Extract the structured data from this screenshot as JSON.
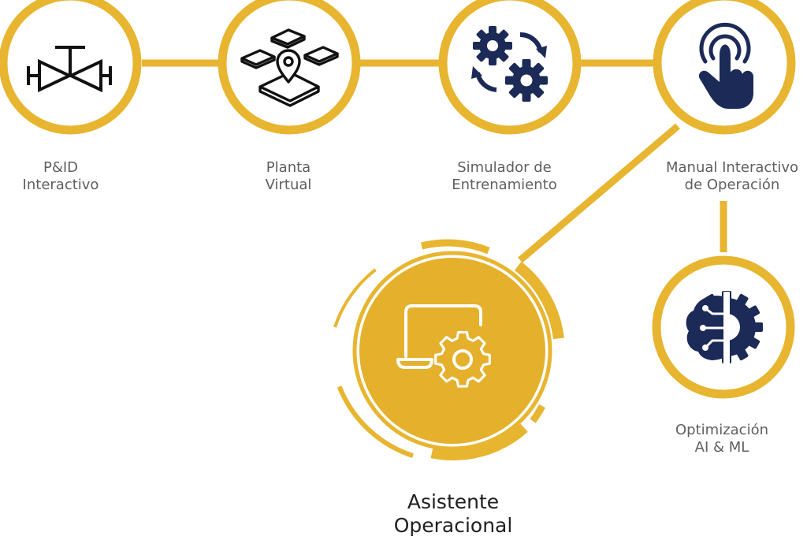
{
  "colors": {
    "accent": "#e8b530",
    "accent_dark": "#e0ad24",
    "icon_navy": "#1b2a57",
    "icon_black": "#111111",
    "label_gray": "#5f5f63",
    "main_label": "#1f1f22"
  },
  "nodes": [
    {
      "id": "pid",
      "icon": "valve-icon",
      "label_lines": [
        "P&ID",
        "Interactivo"
      ]
    },
    {
      "id": "planta",
      "icon": "virtual-plant-location-icon",
      "label_lines": [
        "Planta",
        "Virtual"
      ]
    },
    {
      "id": "simulador",
      "icon": "rotating-gears-icon",
      "label_lines": [
        "Simulador de",
        "Entrenamiento"
      ]
    },
    {
      "id": "manual",
      "icon": "touch-hand-icon",
      "label_lines": [
        "Manual Interactivo",
        "de Operación"
      ]
    },
    {
      "id": "optimizacion",
      "icon": "brain-gear-icon",
      "label_lines": [
        "Optimización",
        "AI & ML"
      ]
    }
  ],
  "main_node": {
    "icon": "laptop-gear-icon",
    "label_lines": [
      "Asistente",
      "Operacional"
    ]
  }
}
